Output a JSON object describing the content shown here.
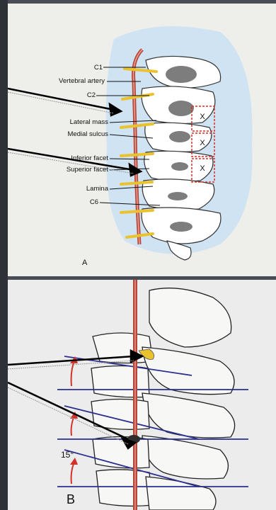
{
  "panel_a": {
    "labels": {
      "c1": "C1",
      "vertebral_artery": "Vertebral artery",
      "c2": "C2",
      "lateral_mass": "Lateral mass",
      "medial_sulcus": "Medial sulcus",
      "inferior_facet": "Inferior facet",
      "superior_facet": "Superior facet",
      "lamina": "Lamina",
      "c6": "C6"
    },
    "markers": [
      "X",
      "X",
      "X"
    ],
    "letter": "A"
  },
  "panel_b": {
    "angle": "15°",
    "letter": "B"
  },
  "colors": {
    "artery": "#b6463a",
    "nerve": "#e9c22e",
    "bone_shadow": "#8a8a8a",
    "halo": "#cfe3f2",
    "guide_line": "#2b2f8f",
    "angle_arrow": "#d2322a",
    "x_marker": "#d2322a"
  }
}
